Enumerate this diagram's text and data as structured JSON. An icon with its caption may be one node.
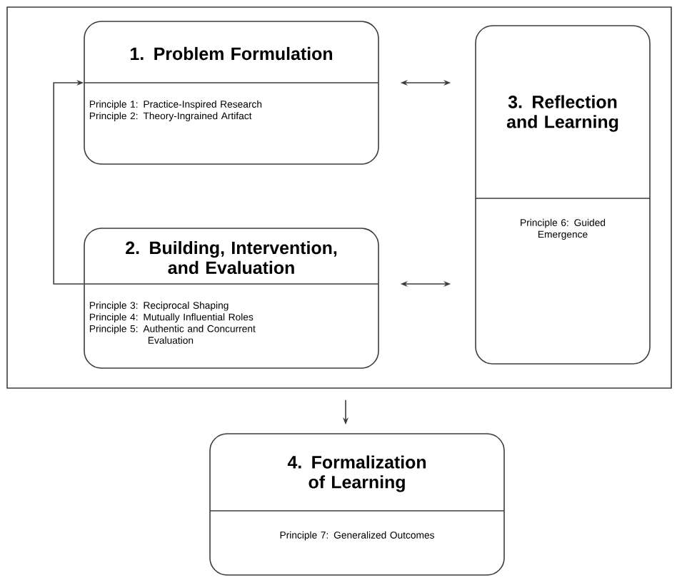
{
  "diagram": {
    "nodes": [
      {
        "text": [],
        "shape": "box"
      },
      {
        "text": [
          "1.  Problem Formulation",
          "Principle 1:  Practice-Inspired Research",
          "Principle 2:  Theory-Ingrained Artifact"
        ],
        "in": 0
      },
      {
        "text": [
          "2.  Building, Intervention, and Evaluation",
          "Principle 3:  Reciprocal Shaping",
          "Principle 4:  Mutually Influential Roles",
          "Principle 5:  Authentic and Concurrent Evaluation"
        ],
        "in": 0
      },
      {
        "text": [
          "3.  Reflection and Learning",
          "Principle 6:  Guided Emergence"
        ],
        "in": 0
      },
      {
        "text": [
          "4. Formalization of Learning",
          "Principle 7:  Generalized Outcomes"
        ]
      }
    ],
    "edges": [
      {
        "from": 1,
        "to": 3,
        "arrow": "both"
      },
      {
        "from": 2,
        "to": 3,
        "arrow": "both"
      },
      {
        "from": 2,
        "to": 1,
        "arrow": "to"
      },
      {
        "from": 0,
        "to": 4,
        "arrow": "to"
      }
    ]
  }
}
